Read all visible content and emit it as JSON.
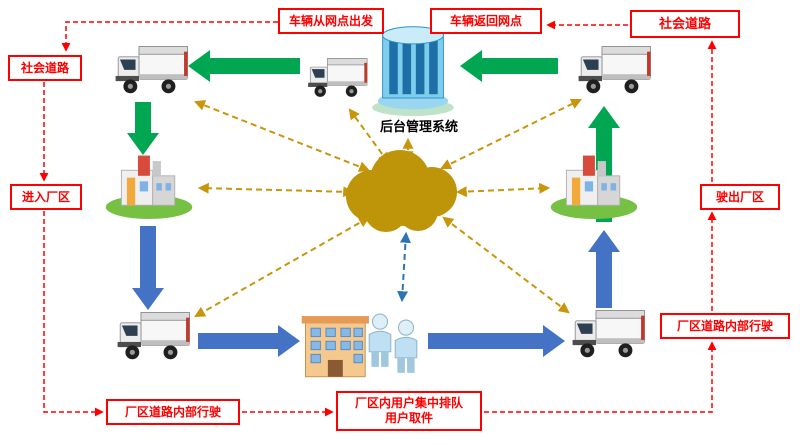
{
  "labels": {
    "depart": "车辆从网点出发",
    "return": "车辆返回网点",
    "public_road_right": "社会道路",
    "public_road_left": "社会道路",
    "enter_factory": "进入厂区",
    "exit_factory": "驶出厂区",
    "factory_drive_right": "厂区道路内部行驶",
    "factory_drive_bottom": "厂区道路内部行驶",
    "pickup_line1": "厂区内用户集中排队",
    "pickup_line2": "用户取件",
    "backend_system": "后台管理系统"
  },
  "icons": {
    "truck": "delivery-vehicle",
    "server": "backend-server-building",
    "factory": "factory-station",
    "office": "residential-building",
    "person": "waiting-user",
    "cloud": "network-cloud"
  },
  "colors": {
    "red_line": "#ff0000",
    "green_arrow": "#00A651",
    "blue_arrow": "#4472C4",
    "gold_dash": "#C8950B",
    "blue_dash": "#2E74B5",
    "cloud_fill": "#BE9409",
    "label_bg": "#ffffff",
    "backend_text": "#000000"
  }
}
